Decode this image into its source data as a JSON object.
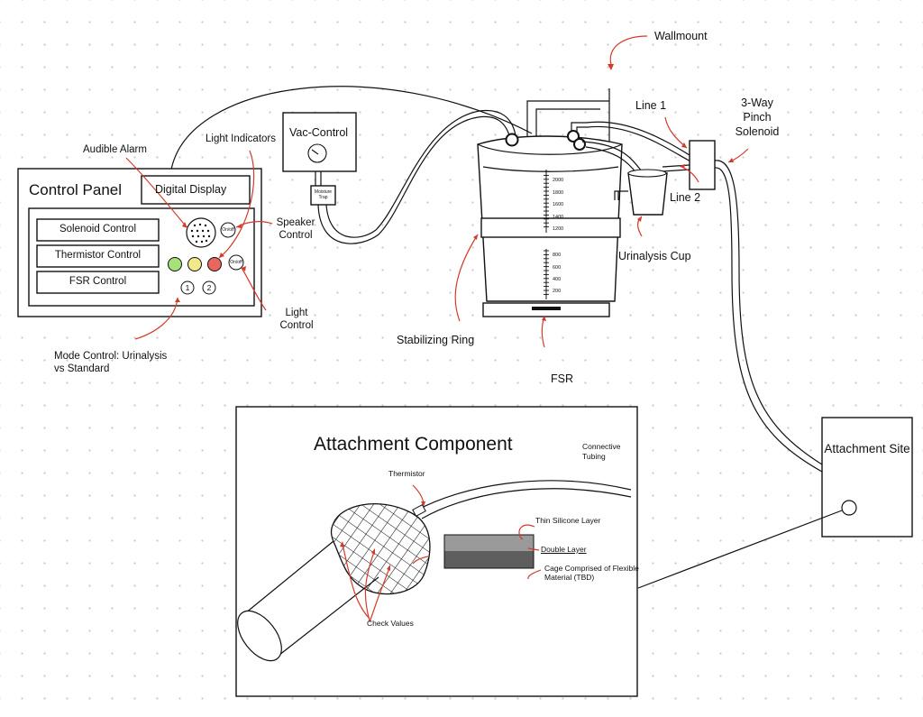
{
  "control_panel": {
    "title": "Control Panel",
    "digital_display": "Digital Display",
    "buttons": [
      "Solenoid Control",
      "Thermistor Control",
      "FSR Control"
    ],
    "switch_label": "On/off",
    "mode_numbers": [
      "1",
      "2"
    ],
    "indicator_colors": [
      "#a6e27a",
      "#f2ea8a",
      "#e8665e"
    ]
  },
  "vac_control": {
    "title": "Vac-Control",
    "moisture_trap": "Moisture Trap"
  },
  "labels": {
    "audible_alarm": "Audible Alarm",
    "light_indicators": "Light Indicators",
    "speaker_control": "Speaker Control",
    "light_control": "Light Control",
    "mode_control": "Mode Control: Urinalysis vs Standard",
    "wallmount": "Wallmount",
    "line1": "Line 1",
    "line2": "Line 2",
    "pinch_solenoid": "3-Way Pinch Solenoid",
    "urinalysis_cup": "Urinalysis Cup",
    "stabilizing_ring": "Stabilizing Ring",
    "fsr": "FSR"
  },
  "canister_scale": [
    "2000",
    "1800",
    "1600",
    "1400",
    "1200",
    "800",
    "600",
    "400",
    "200"
  ],
  "attachment_site": {
    "title": "Attachment Site"
  },
  "attachment_component": {
    "title": "Attachment Component",
    "connective_tubing": "Connective Tubing",
    "thermistor": "Thermistor",
    "thin_silicone_layer": "Thin Silicone Layer",
    "double_layer": "Double Layer",
    "cage": "Cage Comprised of Flexible Material (TBD)",
    "check_values": "Check Values"
  },
  "colors": {
    "annotation_red": "#d43a2a",
    "silicone_layer": "#9a9a9a",
    "base_layer": "#5e5e5e"
  }
}
